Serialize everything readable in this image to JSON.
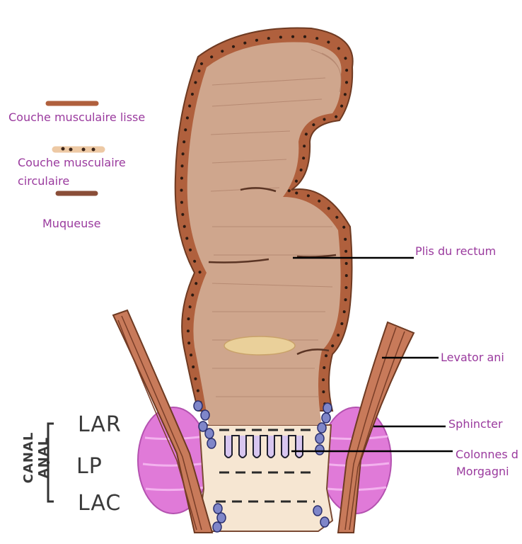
{
  "legend": {
    "smooth_muscle": "Couche musculaire lisse",
    "circular_muscle_line1": "Couche musculaire",
    "circular_muscle_line2": "circulaire",
    "mucosa": "Muqueuse"
  },
  "labels": {
    "rectal_folds": "Plis du rectum",
    "levator_ani": "Levator ani",
    "sphincter": "Sphincter",
    "columns_line1": "Colonnes d",
    "columns_line2": "Morgagni"
  },
  "anal_canal": {
    "title": "CANAL ANAL",
    "zones": [
      "LAR",
      "LP",
      "LAC"
    ]
  },
  "colors": {
    "label_text": "#9a3a9e",
    "muscle_outline": "#a8593a",
    "mucosa_fill": "#cfa68d",
    "sphincter_pink": "#e07ad8",
    "gland_blue": "#7f86c9"
  }
}
